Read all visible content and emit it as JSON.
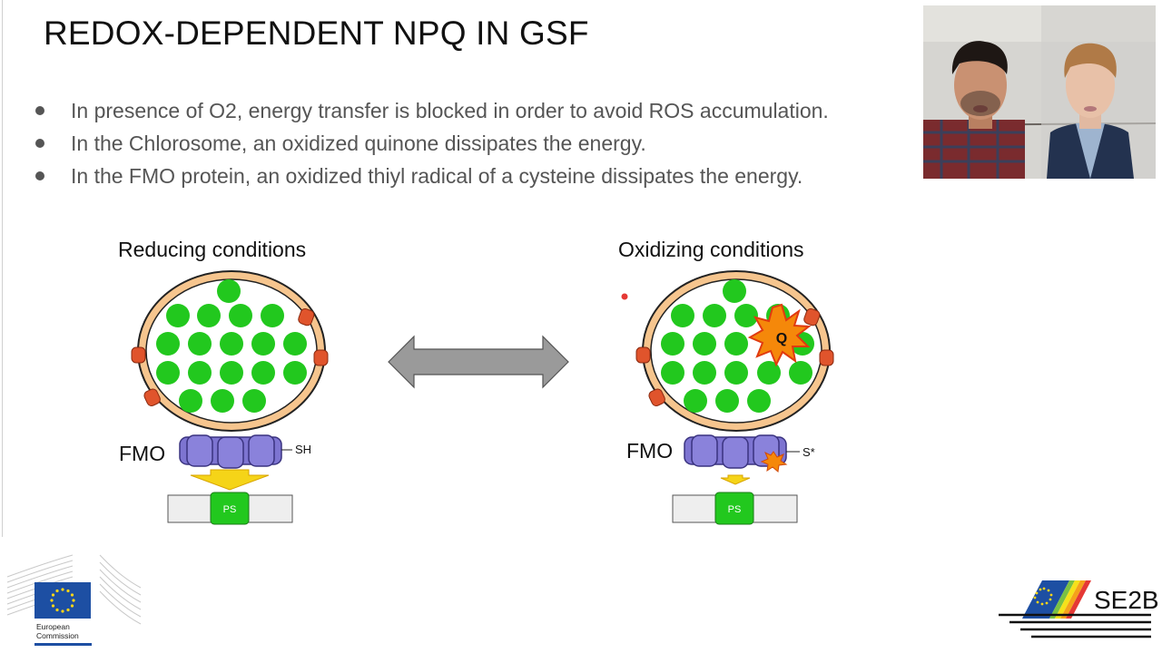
{
  "slide": {
    "title": "REDOX-DEPENDENT NPQ IN GSF",
    "bullets": [
      "In presence of O2, energy transfer is blocked in order to avoid ROS accumulation.",
      "In the Chlorosome, an oxidized quinone dissipates the energy.",
      "In the FMO protein, an oxidized thiyl radical of a cysteine dissipates the energy."
    ]
  },
  "diagram": {
    "reducing": {
      "label": "Reducing conditions",
      "fmo_label": "FMO",
      "group_label": "SH",
      "ps_label": "PS"
    },
    "oxidizing": {
      "label": "Oxidizing conditions",
      "fmo_label": "FMO",
      "group_label": "S*",
      "ps_label": "PS",
      "quinone_label": "Q"
    },
    "colors": {
      "chlorophyll": "#22c81e",
      "envelope": "#f6c58e",
      "envelope_stroke": "#222222",
      "protein": "#7d74d1",
      "arrow": "#9a9a9a",
      "energy_arrow": "#f5d418",
      "burst": "#f5880a"
    }
  },
  "logos": {
    "ec_line1": "European",
    "ec_line2": "Commission",
    "se2b": "SE2B"
  }
}
